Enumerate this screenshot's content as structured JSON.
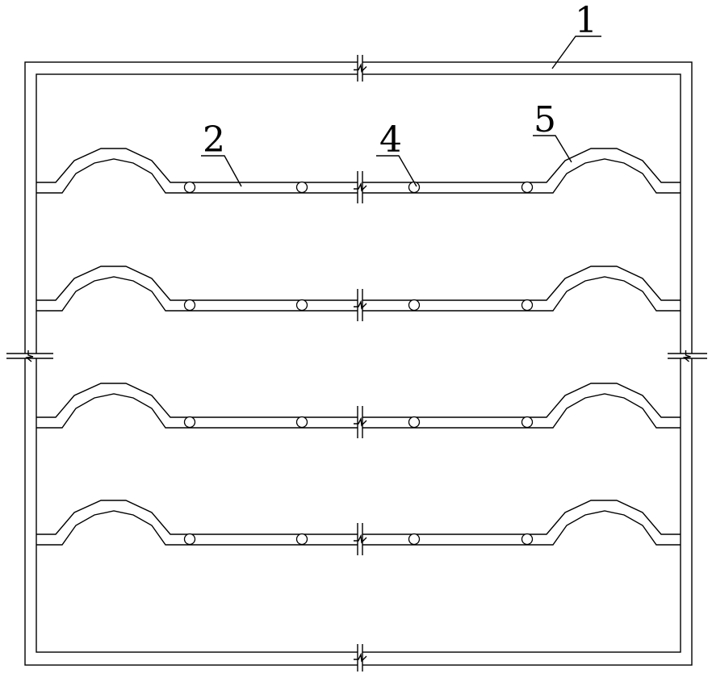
{
  "diagram": {
    "colors": {
      "line": "#000000",
      "background": "#ffffff"
    },
    "rows": 4,
    "bolts_per_row": 4,
    "callouts": [
      {
        "id": "frame",
        "label": "1"
      },
      {
        "id": "plate",
        "label": "2"
      },
      {
        "id": "bolt",
        "label": "4"
      },
      {
        "id": "arch",
        "label": "5"
      }
    ]
  }
}
